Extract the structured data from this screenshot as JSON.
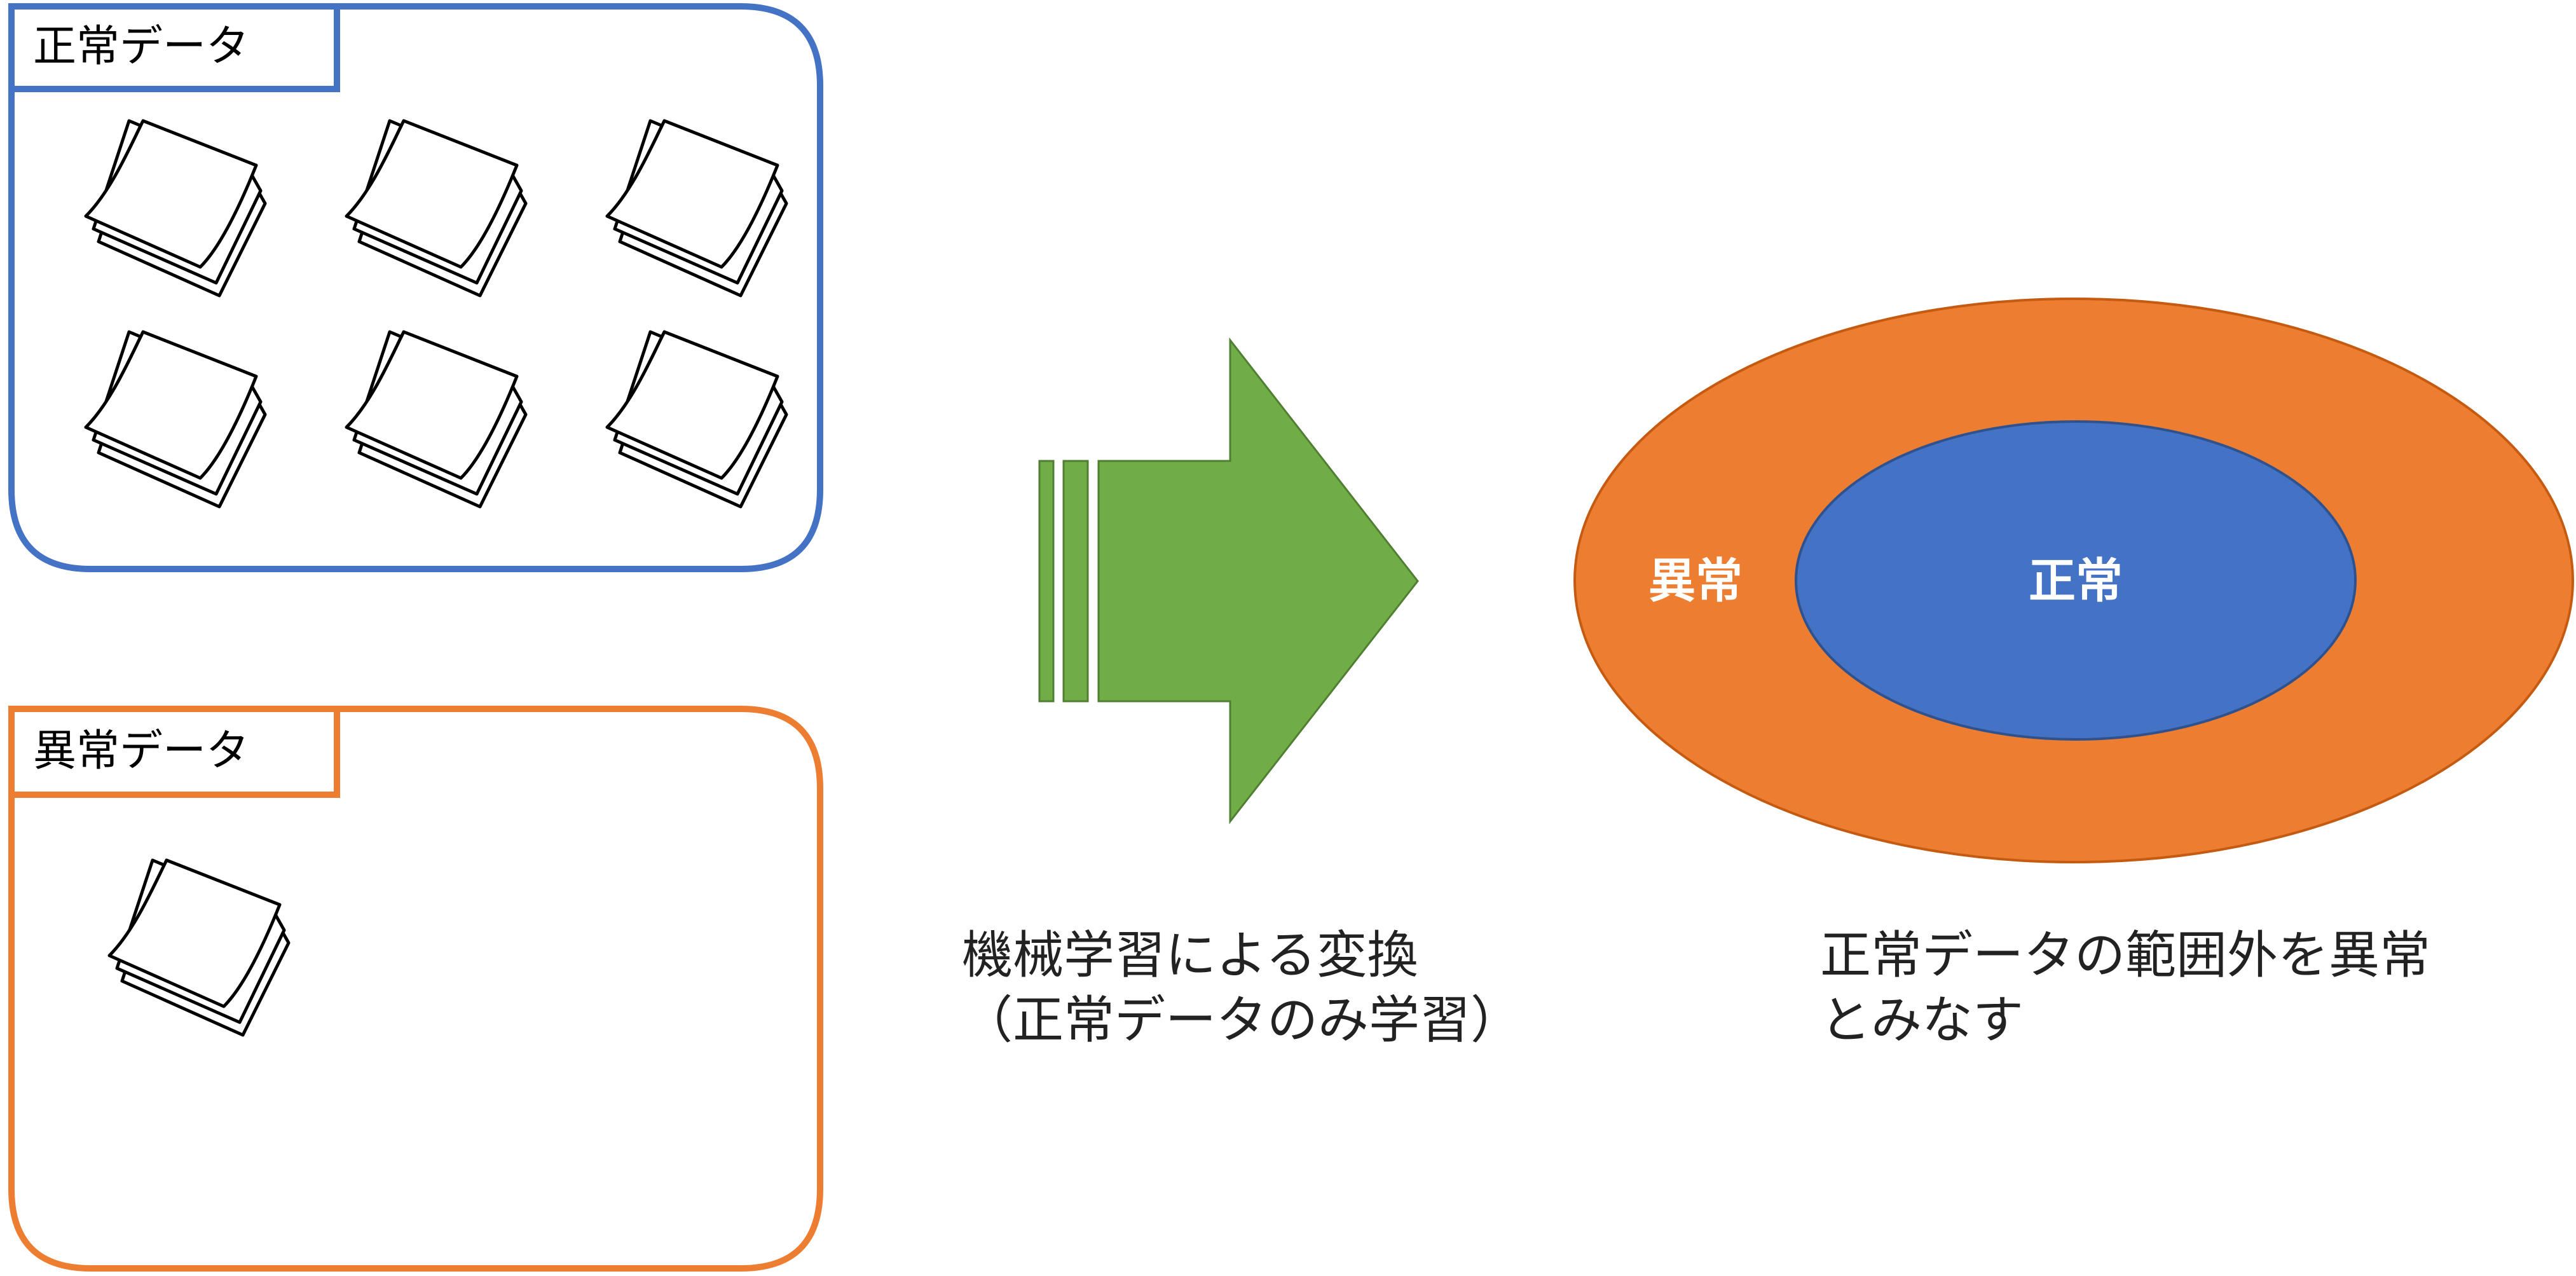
{
  "normal_data_box": {
    "label": "正常データ",
    "document_count": 6
  },
  "anomaly_data_box": {
    "label": "異常データ",
    "document_count": 1
  },
  "transform_step": {
    "caption_line1": "機械学習による変換",
    "caption_line2": "（正常データのみ学習）"
  },
  "decision_region": {
    "outer_label": "異常",
    "inner_label": "正常",
    "caption_line1": "正常データの範囲外を異常",
    "caption_line2": "とみなす"
  },
  "colors": {
    "normal_blue": "#4472C4",
    "anomaly_orange": "#ED7D31",
    "arrow_green": "#70AD47",
    "arrow_outline": "#507E32",
    "outer_ellipse_outline": "#C55A11",
    "inner_ellipse_outline": "#2F528F"
  },
  "icons": {
    "document": "stacked-documents-icon",
    "arrow": "striped-right-arrow-icon"
  }
}
